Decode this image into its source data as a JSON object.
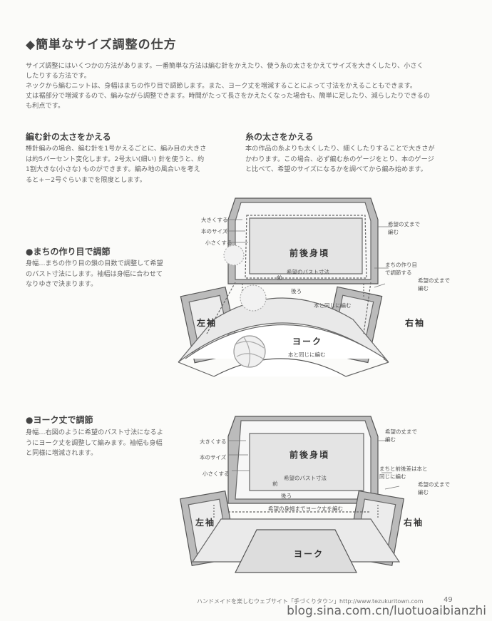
{
  "title": "◆簡単なサイズ調整の仕方",
  "intro": [
    "サイズ調整にはいくつかの方法があります。一番簡単な方法は編む針をかえたり、使う糸の太さをかえてサイズを大きくしたり、小さく",
    "したりする方法です。",
    "ネックから編むニットは、身幅はまちの作り目で調節します。また、ヨーク丈を増減することによって寸法をかえることもできます。",
    "丈は裾部分で増減するので、編みながら調整できます。時間がたって長さをかえたくなった場合も、簡単に足したり、減らしたりできるの",
    "も利点です。"
  ],
  "section_needle": {
    "heading": "編む針の太さをかえる",
    "lines": [
      "棒針編みの場合、編む針を1号かえるごとに、編み目の大きさ",
      "は約5パーセント変化します。2号太い(細い) 針を使うと、約",
      "1割大きな(小さな) ものができます。編み地の風合いを考え",
      "ると+－2号ぐらいまでを限度とします。"
    ]
  },
  "section_yarn": {
    "heading": "糸の太さをかえる",
    "lines": [
      "本の作品の糸よりも太くしたり、細くしたりすることで大きさが",
      "かわります。この場合、必ず編む糸のゲージをとり、本のゲージ",
      "と比べて、希望のサイズになるかを調べてから編み始めます。"
    ]
  },
  "section_gusset": {
    "heading": "●まちの作り目で調節",
    "lines": [
      "身幅…まちの作り目の鎖の目数で調整して希望",
      "のバスト寸法にします。袖幅は身幅に合わせて",
      "なりゆきで決まります。"
    ]
  },
  "section_yoke": {
    "heading": "●ヨーク丈で調節",
    "lines": [
      "身幅…右図のように希望のバスト寸法になるよ",
      "うにヨーク丈を調整して編みます。袖幅も身幅",
      "と同様に増減されます。"
    ]
  },
  "diagram1": {
    "size_larger": "大きくする",
    "size_book": "本のサイズ",
    "size_smaller": "小さくする",
    "body": "前後身頃",
    "bust": "希望のバスト寸法",
    "front": "前",
    "back": "後ろ",
    "same_as_above": "本と同じに編む",
    "desired_length": [
      "希望の丈まで",
      "編む"
    ],
    "gusset_adjust": [
      "まちの作り目",
      "で調節する"
    ],
    "sleeve_desired": [
      "希望の丈まで",
      "編む"
    ],
    "left_sleeve": "左袖",
    "right_sleeve": "右袖",
    "yoke": "ヨーク",
    "yoke_same": "本と同じに編む"
  },
  "diagram2": {
    "size_larger": "大きくする",
    "size_book": "本のサイズ",
    "size_smaller": "小さくする",
    "body": "前後身頃",
    "bust": "希望のバスト寸法",
    "front": "前",
    "back": "後ろ",
    "yoke_knit": "希望の身幅までヨーク丈を編む",
    "desired_length": [
      "希望の丈まで",
      "編む"
    ],
    "gusset_same": [
      "まちと前後差は本と",
      "同じに編む"
    ],
    "sleeve_desired": [
      "希望の丈まで",
      "編む"
    ],
    "left_sleeve": "左袖",
    "right_sleeve": "右袖",
    "yoke": "ヨーク"
  },
  "footer": "ハンドメイドを楽しむウェブサイト「手づくりタウン」http://www.tezukuritown.com",
  "page_number": "49",
  "watermark": "blog.sina.com.cn/luotuoaibianzhi"
}
